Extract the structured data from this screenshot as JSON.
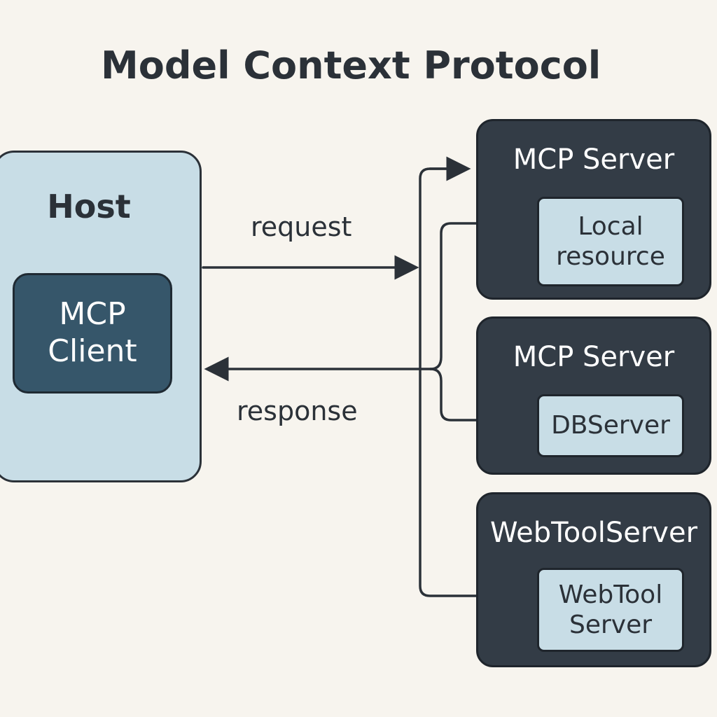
{
  "title": "Model Context Protocol",
  "host": {
    "label": "Host",
    "client": {
      "line1": "MCP",
      "line2": "Client"
    }
  },
  "edges": {
    "request": "request",
    "response": "response"
  },
  "servers": [
    {
      "title": "MCP Server",
      "inner": {
        "line1": "Local",
        "line2": "resource"
      }
    },
    {
      "title": "MCP Server",
      "inner": {
        "line1": "DBServer",
        "line2": ""
      }
    },
    {
      "title": "WebToolServer",
      "inner": {
        "line1": "WebTool",
        "line2": "Server"
      }
    }
  ],
  "colors": {
    "background": "#f7f4ee",
    "host_fill": "#c8dde6",
    "client_fill": "#36566a",
    "server_fill": "#333c46",
    "text_dark": "#2b3138",
    "text_light": "#ffffff"
  }
}
